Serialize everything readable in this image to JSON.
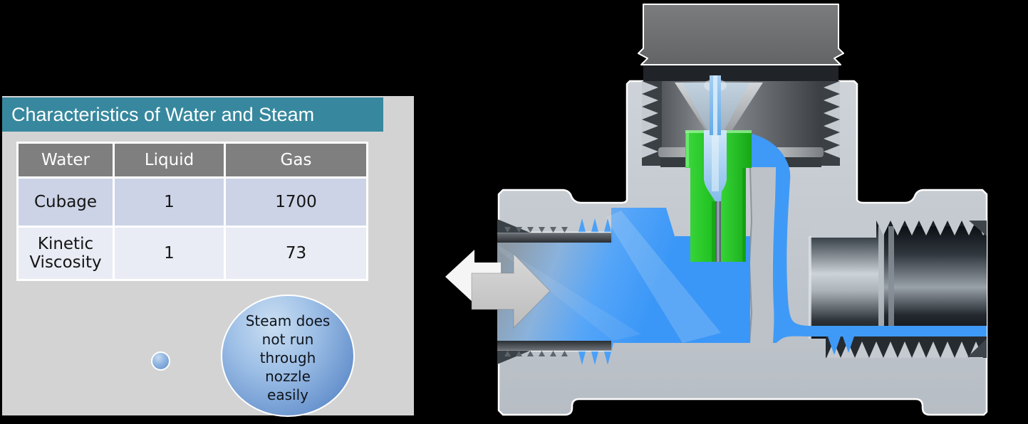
{
  "background_color": "#000000",
  "info_panel": {
    "title": "Characteristics of Water and Steam",
    "colors": {
      "title_bar": "#37889E",
      "panel": "#D3D3D3",
      "table_header": "#7F7F7F",
      "row_1": "#CCD3E6",
      "row_2": "#E9ECF4",
      "callout_fill": "#6792CD"
    },
    "table": {
      "columns": [
        "Water",
        "Liquid",
        "Gas"
      ],
      "rows": [
        {
          "cells": [
            "Cubage",
            "1",
            "1700"
          ]
        },
        {
          "cells": [
            "Kinetic Viscosity",
            "1",
            "73"
          ]
        }
      ]
    },
    "callout": {
      "lines": [
        "Steam does",
        "not run",
        "through",
        "nozzle",
        "easily"
      ]
    }
  },
  "valve_diagram": {
    "colors": {
      "body": "#C4CAD0",
      "cap": "#6E7173",
      "nozzle_green": "#2BCE2B",
      "fluid_blue": "#3B97F7",
      "left_flow_arrow": "#F5F5F5",
      "right_flow_arrow": "#C9C9C9"
    },
    "icons": [
      "left-flow-arrow-icon",
      "right-flow-arrow-icon"
    ]
  }
}
